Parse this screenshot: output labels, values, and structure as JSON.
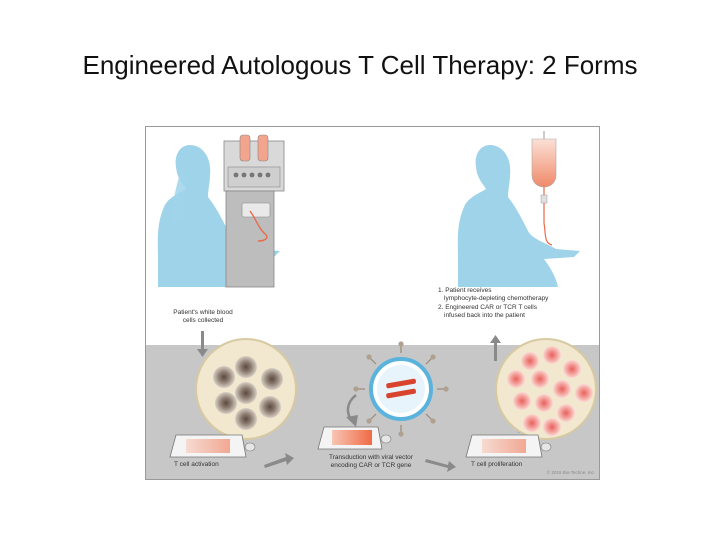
{
  "slide": {
    "title": "Engineered Autologous T Cell Therapy: 2 Forms"
  },
  "figure": {
    "collection_label_line1": "Patient's white blood",
    "collection_label_line2": "cells collected",
    "infusion_step1_line1": "1. Patient receives",
    "infusion_step1_line2": "lymphocyte-depleting chemotherapy",
    "infusion_step2_line1": "2. Engineered CAR or TCR T cells",
    "infusion_step2_line2": "infused back into the patient",
    "activation_label": "T cell activation",
    "transduction_label_line1": "Transduction with viral vector",
    "transduction_label_line2": "encoding CAR or TCR gene",
    "proliferation_label": "T cell proliferation",
    "copyright": "© 2015 Bio-Techne, Inc."
  },
  "colors": {
    "silhouette": "#9fd3ea",
    "lower_panel": "#c7c7c7",
    "dish_tint": "#f08060",
    "petri_beige": "#f1e8cf",
    "activated_cell": "#8c7b70",
    "engineered_cell": "#ef8f8f",
    "viral_shell": "#5ab3dc"
  }
}
